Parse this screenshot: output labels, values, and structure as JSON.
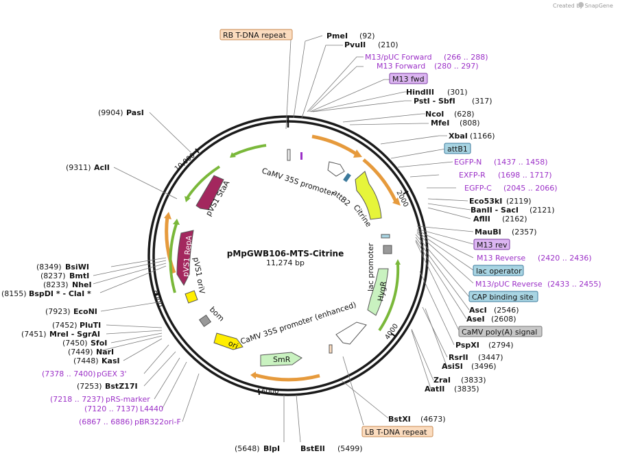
{
  "credit": "Created by SnapGene",
  "plasmid": {
    "name": "pMpGWB106-MTS-Citrine",
    "length": "11,274 bp"
  },
  "scale_ticks": [
    "2000",
    "4000",
    "6000",
    "8000",
    "10,000"
  ],
  "sites": [
    {
      "name": "PmeI",
      "pos": "(92)"
    },
    {
      "name": "PvuII",
      "pos": "(210)"
    },
    {
      "name": "HindIII",
      "pos": "(301)"
    },
    {
      "name": "PstI  -  SbfI",
      "pos": "(317)"
    },
    {
      "name": "NcoI",
      "pos": "(628)"
    },
    {
      "name": "MfeI",
      "pos": "(808)"
    },
    {
      "name": "XbaI",
      "pos": "(1166)"
    },
    {
      "name": "Eco53kI",
      "pos": "(2119)"
    },
    {
      "name": "BanII  -  SacI",
      "pos": "(2121)"
    },
    {
      "name": "AflII",
      "pos": "(2162)"
    },
    {
      "name": "MauBI",
      "pos": "(2357)"
    },
    {
      "name": "AscI",
      "pos": "(2546)"
    },
    {
      "name": "AseI",
      "pos": "(2608)"
    },
    {
      "name": "PspXI",
      "pos": "(2794)"
    },
    {
      "name": "RsrII",
      "pos": "(3447)"
    },
    {
      "name": "AsiSI",
      "pos": "(3496)"
    },
    {
      "name": "ZraI",
      "pos": "(3833)"
    },
    {
      "name": "AatII",
      "pos": "(3835)"
    },
    {
      "name": "BstXI",
      "pos": "(4673)"
    },
    {
      "name": "BstEII",
      "pos": "(5499)"
    },
    {
      "name": "BlpI",
      "pos": "(5648)"
    },
    {
      "name": "BstZ17I",
      "pos": "(7253)"
    },
    {
      "name": "KasI",
      "pos": "(7448)"
    },
    {
      "name": "NarI",
      "pos": "(7449)"
    },
    {
      "name": "SfoI",
      "pos": "(7450)"
    },
    {
      "name": "MreI  -  SgrAI",
      "pos": "(7451)"
    },
    {
      "name": "PluTI",
      "pos": "(7452)"
    },
    {
      "name": "EcoNI",
      "pos": "(7923)"
    },
    {
      "name": "BspDI *  -  ClaI *",
      "pos": "(8155)"
    },
    {
      "name": "NheI",
      "pos": "(8233)"
    },
    {
      "name": "BmtI",
      "pos": "(8237)"
    },
    {
      "name": "BsiWI",
      "pos": "(8349)"
    },
    {
      "name": "AclI",
      "pos": "(9311)"
    },
    {
      "name": "PasI",
      "pos": "(9904)"
    }
  ],
  "primers": [
    {
      "name": "M13/pUC Forward",
      "range": "(266 .. 288)"
    },
    {
      "name": "M13 Forward",
      "range": "(280 .. 297)"
    },
    {
      "name": "EGFP-N",
      "range": "(1437 .. 1458)"
    },
    {
      "name": "EXFP-R",
      "range": "(1698 .. 1717)"
    },
    {
      "name": "EGFP-C",
      "range": "(2045 .. 2066)"
    },
    {
      "name": "M13 Reverse",
      "range": "(2420 .. 2436)"
    },
    {
      "name": "M13/pUC Reverse",
      "range": "(2433 .. 2455)"
    },
    {
      "name": "pGEX 3'",
      "range": "(7378 .. 7400)"
    },
    {
      "name": "pRS-marker",
      "range": "(7218 .. 7237)"
    },
    {
      "name": "L4440",
      "range": "(7120 .. 7137)"
    },
    {
      "name": "pBR322ori-F",
      "range": "(6867 .. 6886)"
    }
  ],
  "boxes": {
    "rb_repeat": "RB T-DNA repeat",
    "lb_repeat": "LB T-DNA repeat",
    "m13_fwd": "M13 fwd",
    "attb1": "attB1",
    "m13_rev": "M13 rev",
    "lac_operator": "lac operator",
    "cap_site": "CAP binding site",
    "camv_polya": "CaMV poly(A) signal"
  },
  "features": {
    "camv35s": "CaMV 35S promoter",
    "attb2": "attB2",
    "citrine": "Citrine",
    "lac_promoter": "lac promoter",
    "hygr": "HygR",
    "camv35s_enh": "CaMV 35S promoter (enhanced)",
    "smr": "SmR",
    "ori": "ori",
    "bom": "bom",
    "pvs1_oriv": "pVS1 oriV",
    "pvs1_repa": "pVS1 RepA",
    "pvs1_staa": "pVS1 StaA"
  },
  "colors": {
    "backbone": "#1a1a1a",
    "orange_arrow": "#e69a3c",
    "green_arrow": "#7ab83a",
    "citrine": "#e6f53a",
    "hygr": "#c9f2c0",
    "smr": "#c9f2c0",
    "ori": "#ffee00",
    "repa": "#a3275e",
    "primer": "#9b2fc7",
    "blue_box": "#a9d5e3",
    "orange_box": "#fbdcbf",
    "purple_box": "#dcb6f2",
    "grey_box": "#c8c8c8"
  }
}
